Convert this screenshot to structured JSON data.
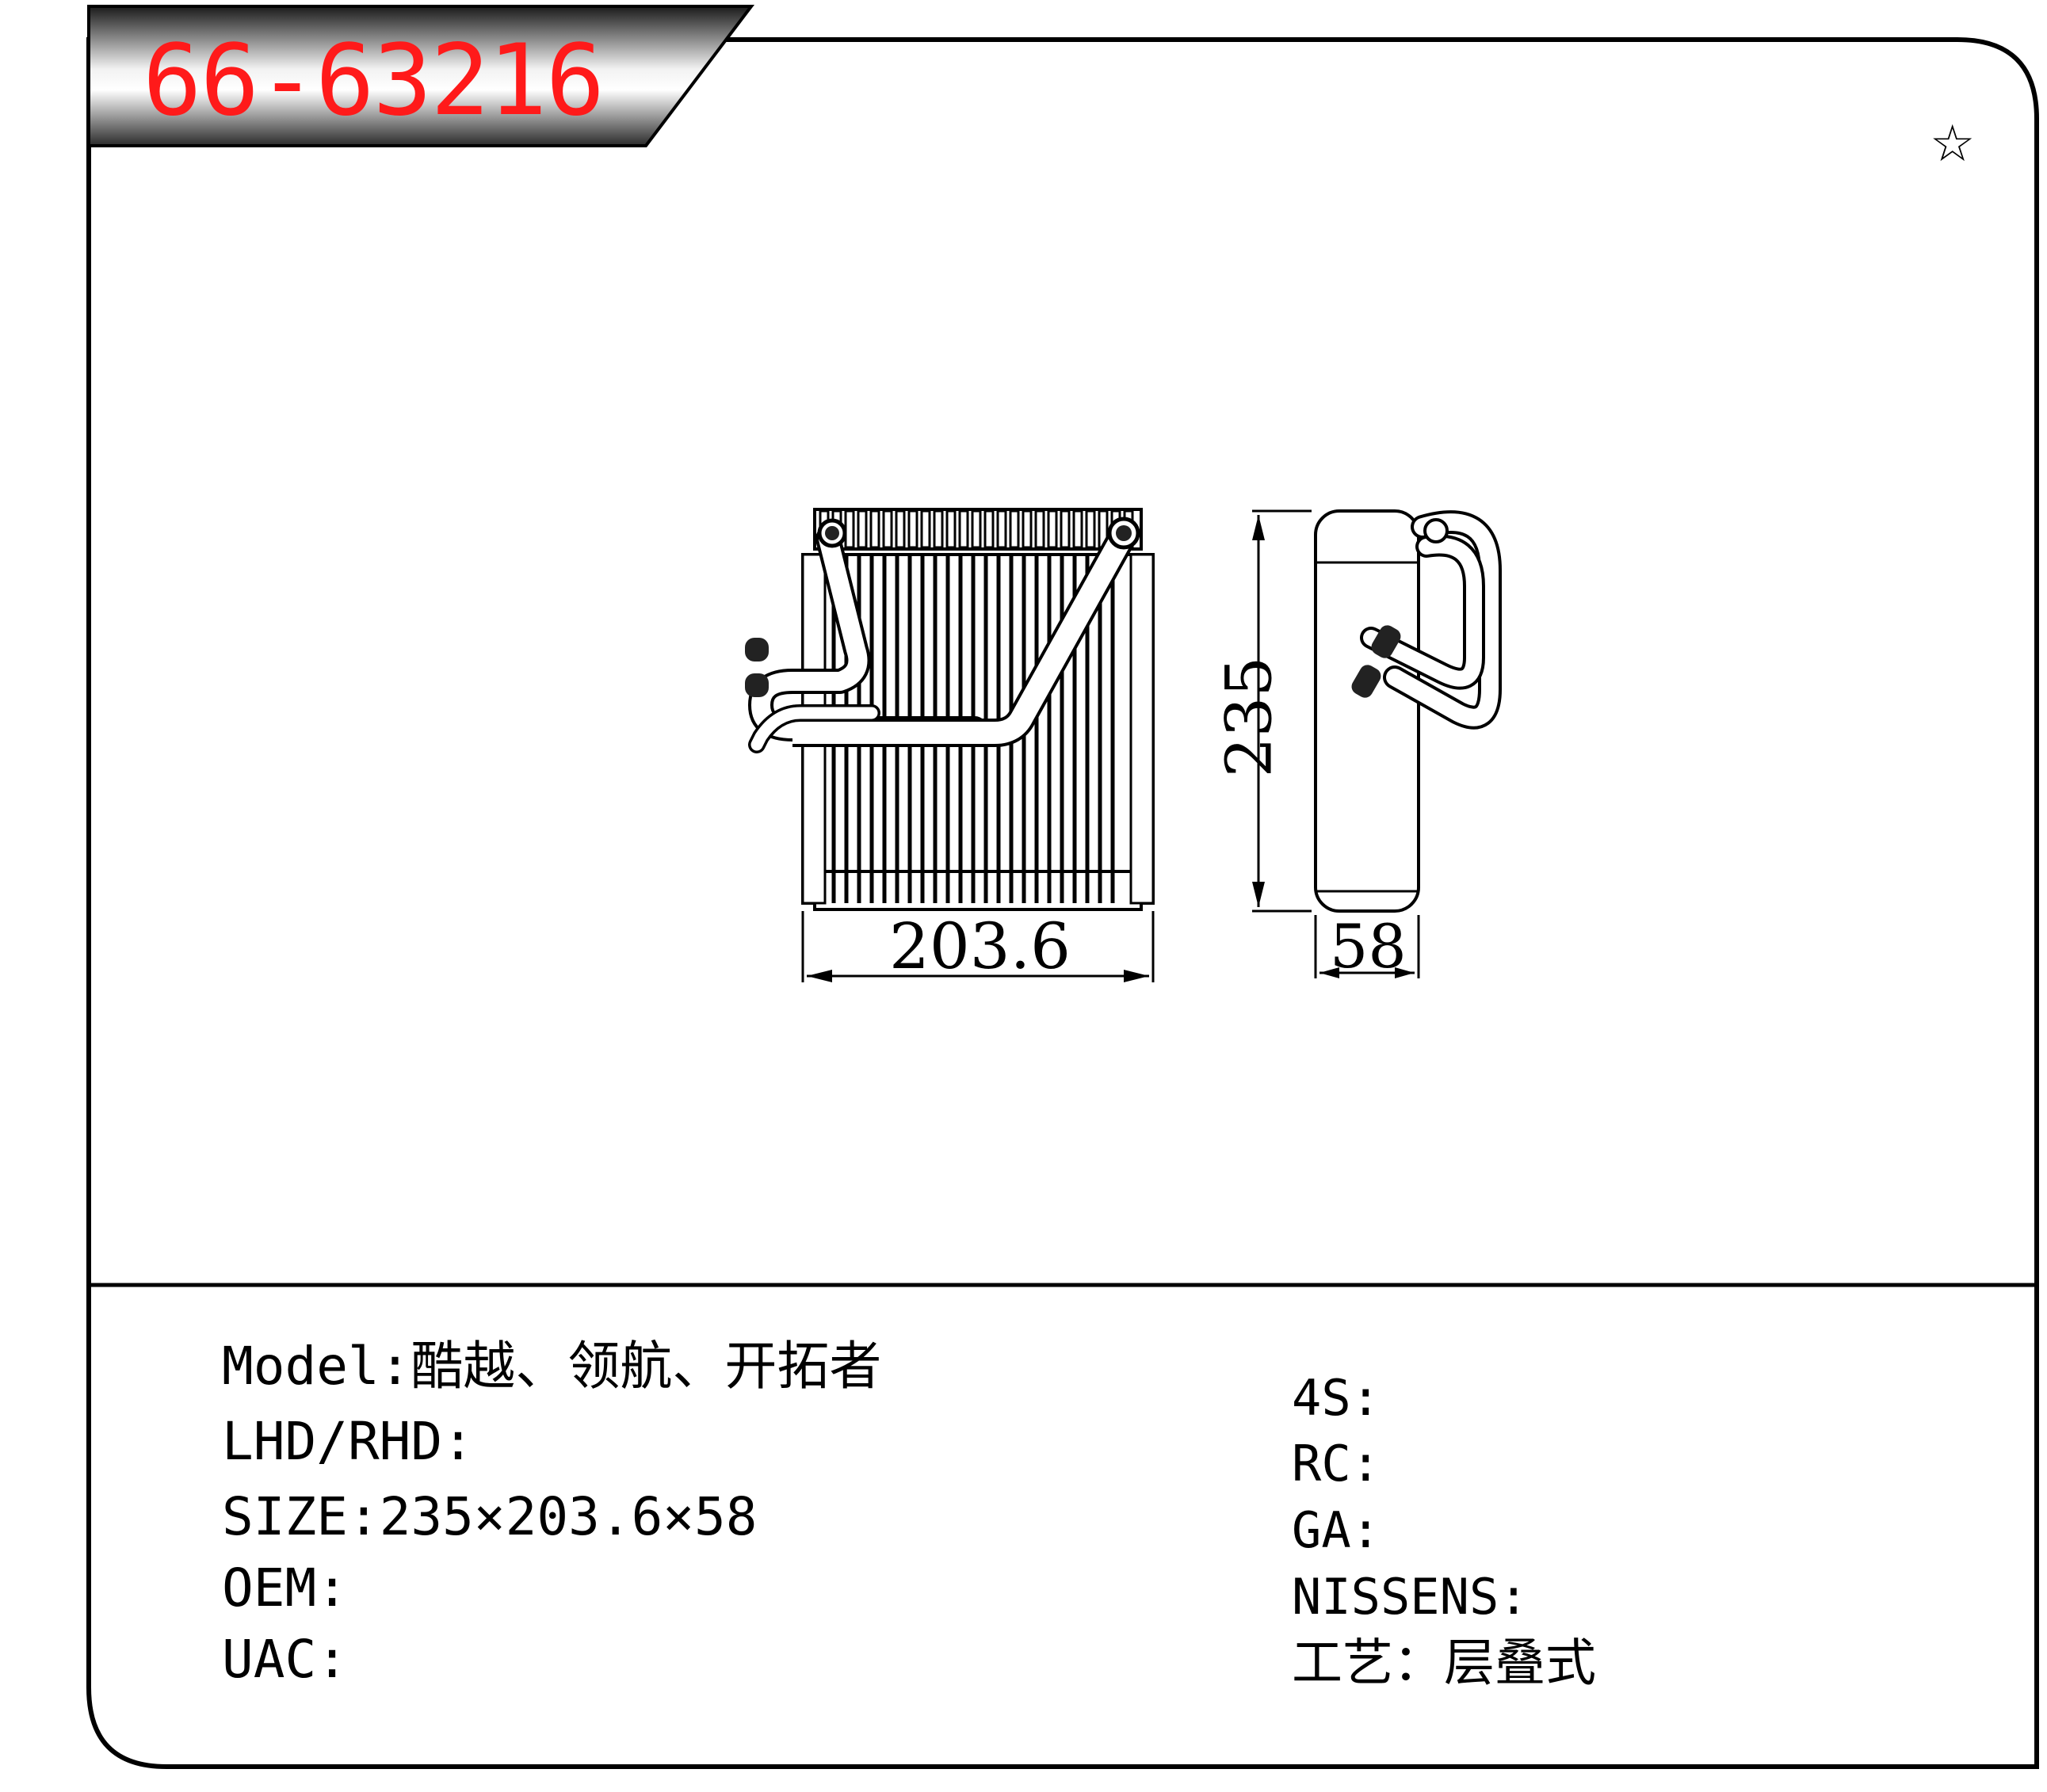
{
  "header": {
    "part_number": "66-63216",
    "star_symbol": "☆"
  },
  "diagram": {
    "dimensions": {
      "width": "203.6",
      "height": "235",
      "depth": "58"
    }
  },
  "specs_left": [
    {
      "key": "Model:",
      "value": "酷越、领航、开拓者"
    },
    {
      "key": "LHD/RHD:",
      "value": ""
    },
    {
      "key": "SIZE:",
      "value": "235×203.6×58"
    },
    {
      "key": "OEM:",
      "value": ""
    },
    {
      "key": "UAC:",
      "value": ""
    }
  ],
  "specs_right": [
    {
      "key": "4S:",
      "value": ""
    },
    {
      "key": "RC:",
      "value": ""
    },
    {
      "key": "GA:",
      "value": ""
    },
    {
      "key": "NISSENS:",
      "value": ""
    },
    {
      "key": "工艺：",
      "value": "层叠式"
    }
  ],
  "colors": {
    "part_number": "#ff1a1a",
    "banner_dark": "#1a1a1a",
    "banner_light": "#e8e8e8",
    "line": "#000000"
  }
}
